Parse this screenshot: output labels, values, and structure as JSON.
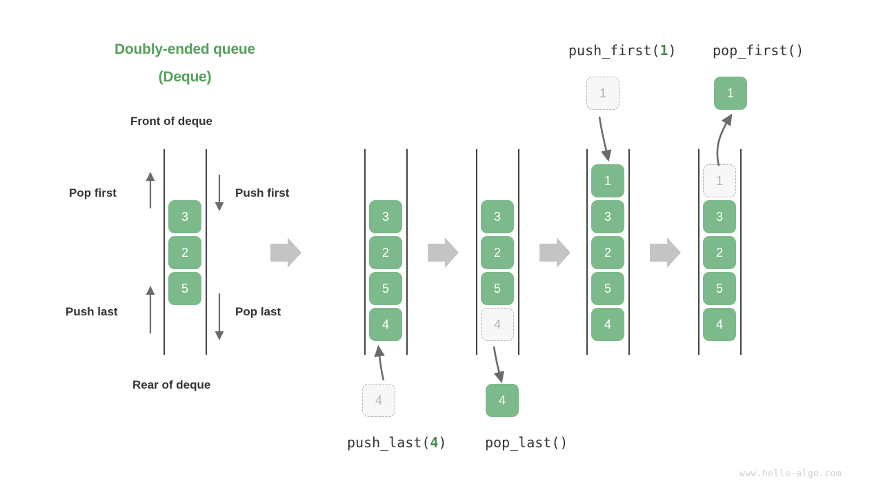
{
  "title": {
    "line1": "Doubly-ended queue",
    "line2": "(Deque)"
  },
  "labels": {
    "front": "Front of deque",
    "rear": "Rear of deque",
    "pop_first": "Pop first",
    "push_first": "Push first",
    "push_last": "Push last",
    "pop_last": "Pop last"
  },
  "operations": {
    "push_first": {
      "name": "push_first(",
      "arg": "1",
      "close": ")"
    },
    "pop_first": {
      "name": "pop_first()"
    },
    "push_last": {
      "name": "push_last(",
      "arg": "4",
      "close": ")"
    },
    "pop_last": {
      "name": "pop_last()"
    }
  },
  "colors": {
    "accent_green": "#53a05a",
    "cell_green": "#7cba8c",
    "ghost_fill": "#f7f7f7",
    "ghost_border": "#b0b0b0",
    "arrow_gray": "#6b6b6b",
    "step_arrow_gray": "#c4c4c4",
    "rail": "#444444",
    "text_dark": "#333333",
    "watermark": "#cfcfcf"
  },
  "stacks": [
    {
      "name": "initial",
      "cells": [
        {
          "value": "3",
          "state": "filled"
        },
        {
          "value": "2",
          "state": "filled"
        },
        {
          "value": "5",
          "state": "filled"
        }
      ]
    },
    {
      "name": "push-last-result",
      "cells": [
        {
          "value": "3",
          "state": "filled"
        },
        {
          "value": "2",
          "state": "filled"
        },
        {
          "value": "5",
          "state": "filled"
        },
        {
          "value": "4",
          "state": "filled"
        }
      ]
    },
    {
      "name": "pop-last-state",
      "cells": [
        {
          "value": "3",
          "state": "filled"
        },
        {
          "value": "2",
          "state": "filled"
        },
        {
          "value": "5",
          "state": "filled"
        },
        {
          "value": "4",
          "state": "ghost"
        }
      ]
    },
    {
      "name": "push-first-result",
      "cells": [
        {
          "value": "1",
          "state": "filled"
        },
        {
          "value": "3",
          "state": "filled"
        },
        {
          "value": "2",
          "state": "filled"
        },
        {
          "value": "5",
          "state": "filled"
        },
        {
          "value": "4",
          "state": "filled"
        }
      ]
    },
    {
      "name": "pop-first-state",
      "cells": [
        {
          "value": "1",
          "state": "ghost"
        },
        {
          "value": "3",
          "state": "filled"
        },
        {
          "value": "2",
          "state": "filled"
        },
        {
          "value": "5",
          "state": "filled"
        },
        {
          "value": "4",
          "state": "filled"
        }
      ]
    }
  ],
  "floating_cells": {
    "push_last_incoming": {
      "value": "4",
      "state": "ghost"
    },
    "pop_last_outgoing": {
      "value": "4",
      "state": "filled"
    },
    "push_first_incoming": {
      "value": "1",
      "state": "ghost"
    },
    "pop_first_outgoing": {
      "value": "1",
      "state": "filled"
    }
  },
  "watermark": "www.hello-algo.com"
}
